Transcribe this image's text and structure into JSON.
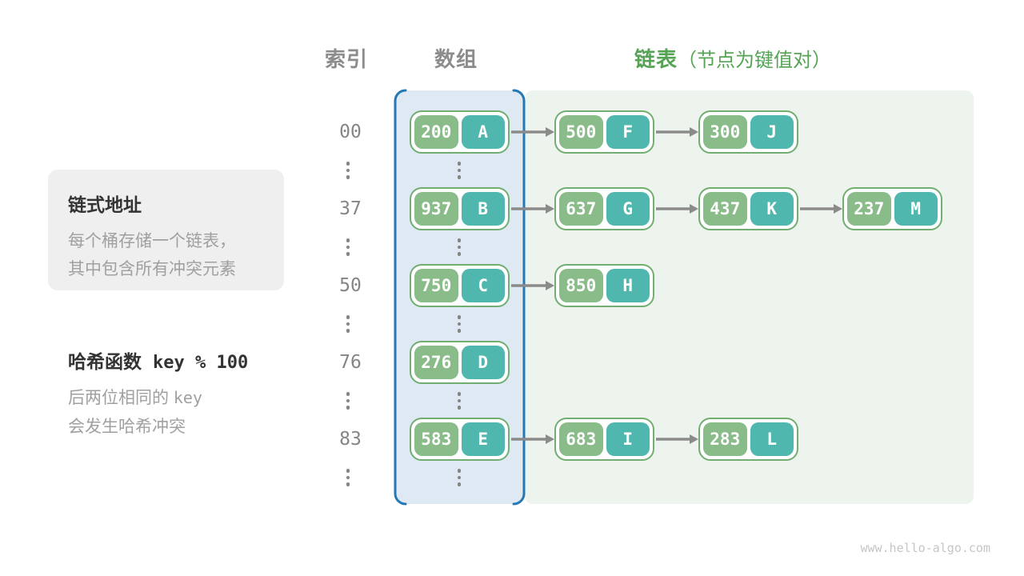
{
  "columns": {
    "index": "索引",
    "array": "数组",
    "list": "链表",
    "list_note": "（节点为键值对）"
  },
  "info_card": {
    "title": "链式地址",
    "line1": "每个桶存储一个链表，",
    "line2": "其中包含所有冲突元素"
  },
  "hash_note": {
    "label": "哈希函数",
    "code": "key % 100",
    "line1_text": "后两位相同的",
    "line1_code": "key",
    "line2": "会发生哈希冲突"
  },
  "rows": [
    {
      "index": "00",
      "bucket": {
        "key": "200",
        "value": "A"
      },
      "chain": [
        {
          "key": "500",
          "value": "F"
        },
        {
          "key": "300",
          "value": "J"
        }
      ]
    },
    {
      "index": "37",
      "bucket": {
        "key": "937",
        "value": "B"
      },
      "chain": [
        {
          "key": "637",
          "value": "G"
        },
        {
          "key": "437",
          "value": "K"
        },
        {
          "key": "237",
          "value": "M"
        }
      ]
    },
    {
      "index": "50",
      "bucket": {
        "key": "750",
        "value": "C"
      },
      "chain": [
        {
          "key": "850",
          "value": "H"
        }
      ]
    },
    {
      "index": "76",
      "bucket": {
        "key": "276",
        "value": "D"
      },
      "chain": []
    },
    {
      "index": "83",
      "bucket": {
        "key": "583",
        "value": "E"
      },
      "chain": [
        {
          "key": "683",
          "value": "I"
        },
        {
          "key": "283",
          "value": "L"
        }
      ]
    }
  ],
  "watermark": "www.hello-algo.com",
  "colors": {
    "bracket_blue": "#2478b5",
    "array_bg": "#dfe9f4",
    "list_bg": "#edf3ed",
    "key_green": "#8abc8a",
    "value_teal": "#4fb7ae",
    "node_border": "#72ae72",
    "arrow_gray": "#8b8b8b",
    "header_gray": "#8c8c8c",
    "header_green": "#55a455",
    "infobox_bg": "#efefef",
    "text_dark": "#333333",
    "text_gray": "#a0a0a0",
    "index_gray": "#858585",
    "watermark_gray": "#c6c6c6"
  }
}
